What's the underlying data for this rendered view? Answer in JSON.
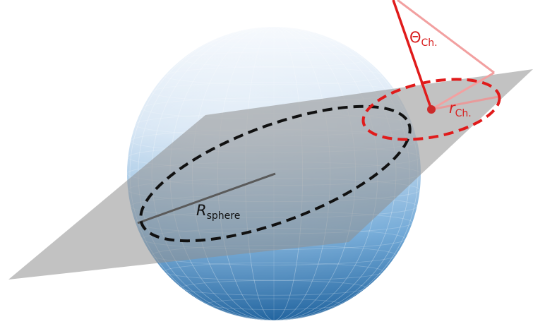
{
  "labels": {
    "sphere_radius": {
      "main": "R",
      "sub": "sphere"
    },
    "cherenkov_angle": {
      "main": "Θ",
      "sub": "Ch."
    },
    "cherenkov_radius": {
      "main": "r",
      "sub": "Ch."
    }
  },
  "colors": {
    "sphere_light": "#f4f8fd",
    "sphere_mid": "#8ab8dd",
    "sphere_dark": "#1a5f9c",
    "plane": "#9a9a9a",
    "black_ellipse": "#111111",
    "red": "#e01b1b",
    "red_light": "#f2a0a0"
  }
}
